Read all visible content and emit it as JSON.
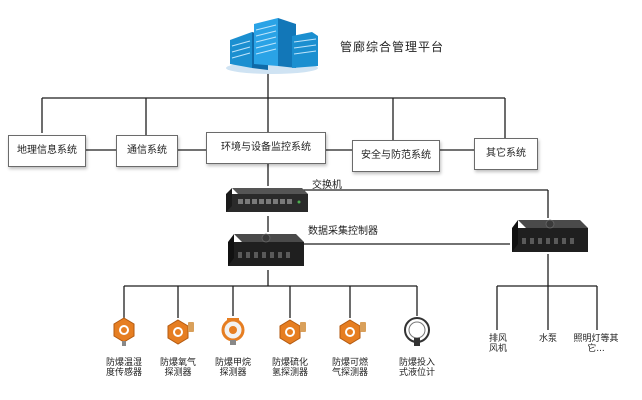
{
  "platform": {
    "title": "管廊综合管理平台",
    "icon": "building-icon",
    "color": "#1b8fd0"
  },
  "systems": [
    {
      "label": "地理信息系统"
    },
    {
      "label": "通信系统"
    },
    {
      "label": "环境与设备监控系统"
    },
    {
      "label": "安全与防范系统"
    },
    {
      "label": "其它系统"
    }
  ],
  "switch": {
    "label": "交换机"
  },
  "controller": {
    "label": "数据采集控制器"
  },
  "sensors": [
    {
      "label": "防爆温湿度传感器",
      "icon": "sensor-icon",
      "color": "#e67e22"
    },
    {
      "label": "防爆氧气探测器",
      "icon": "sensor-icon",
      "color": "#e67e22"
    },
    {
      "label": "防爆甲烷探测器",
      "icon": "sensor-icon",
      "color": "#e67e22"
    },
    {
      "label": "防爆硫化氢探测器",
      "icon": "sensor-icon",
      "color": "#e67e22"
    },
    {
      "label": "防爆可燃气探测器",
      "icon": "sensor-icon",
      "color": "#e67e22"
    },
    {
      "label": "防爆投入式液位计",
      "icon": "probe-icon",
      "color": "#333333"
    }
  ],
  "outputs": [
    {
      "label": "排风风机"
    },
    {
      "label": "水泵"
    },
    {
      "label": "照明灯等其它..."
    }
  ]
}
